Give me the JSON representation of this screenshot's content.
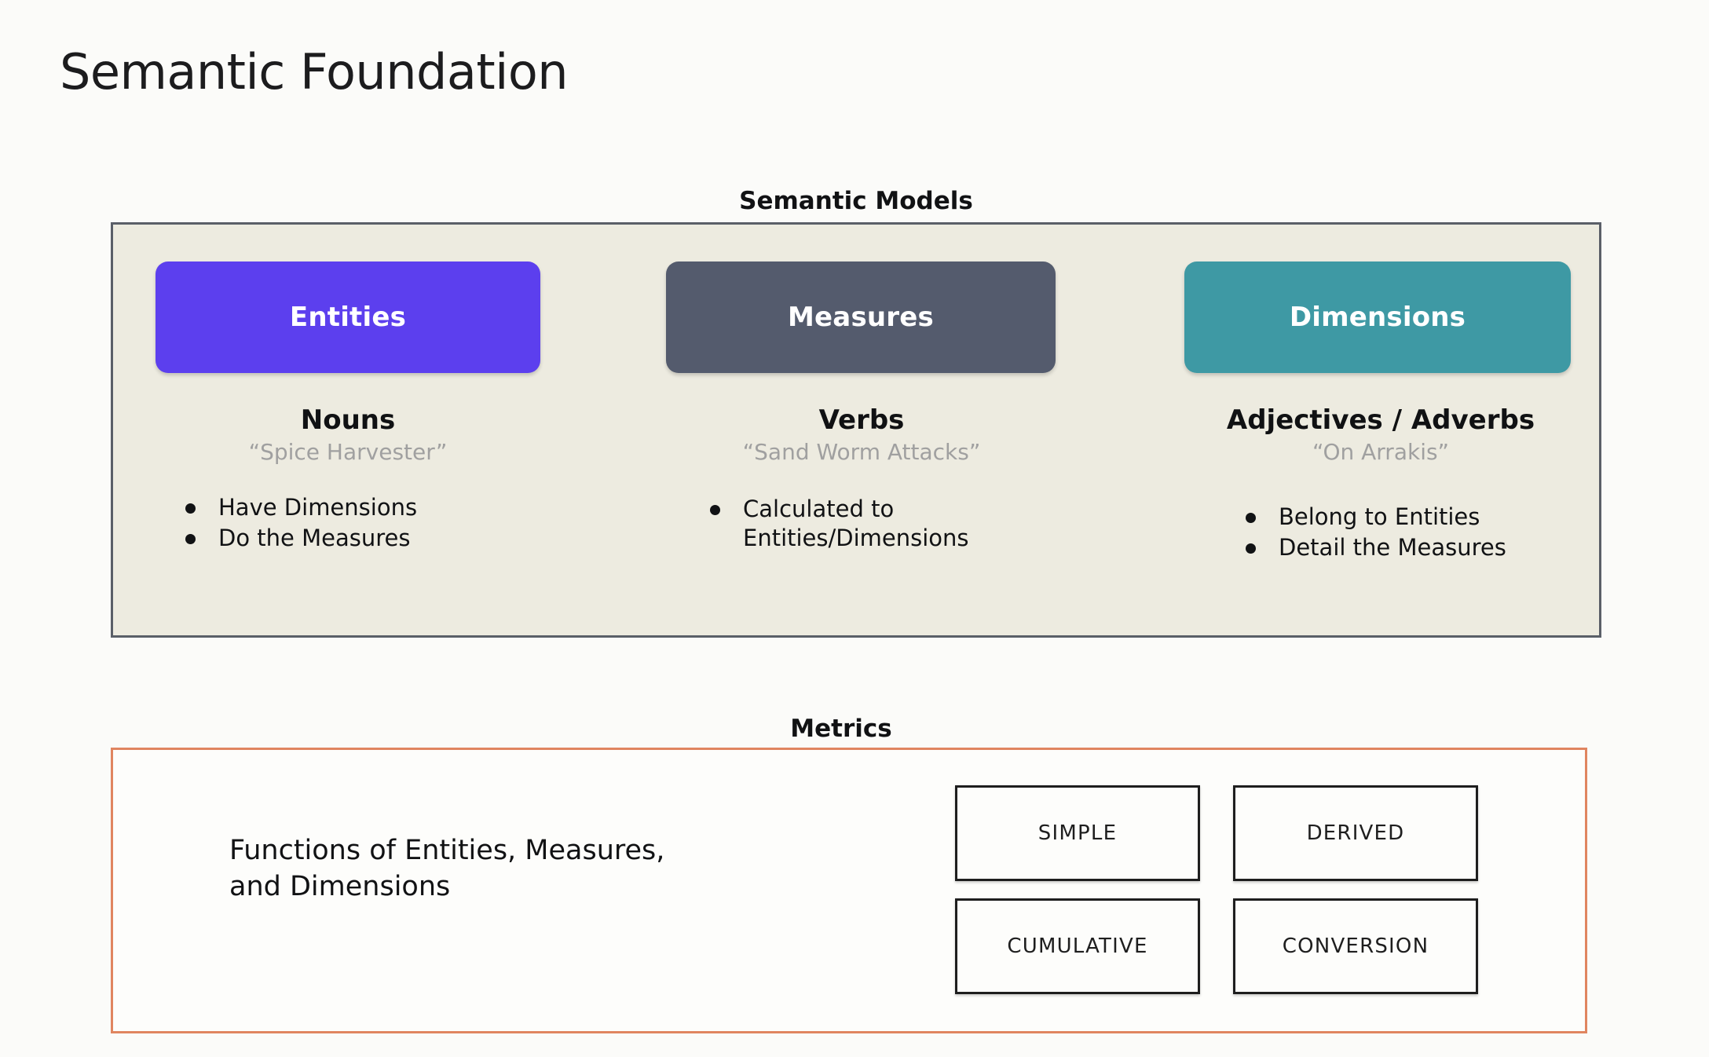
{
  "slide": {
    "title": "Semantic Foundation",
    "background_color": "#fbfbf9"
  },
  "semantic_models": {
    "caption": "Semantic Models",
    "panel_background": "#edebe0",
    "panel_border_color": "#5a5f68",
    "columns": [
      {
        "chip_label": "Entities",
        "chip_color": "#5c3fee",
        "part_of_speech": "Nouns",
        "example_phrase": "“Spice Harvester”",
        "bullets": [
          "Have Dimensions",
          "Do the Measures"
        ]
      },
      {
        "chip_label": "Measures",
        "chip_color": "#545b6d",
        "part_of_speech": "Verbs",
        "example_phrase": "“Sand Worm Attacks”",
        "bullets": [
          "Calculated to",
          "Entities/Dimensions"
        ]
      },
      {
        "chip_label": "Dimensions",
        "chip_color": "#3e99a4",
        "part_of_speech": "Adjectives / Adverbs",
        "example_phrase": "“On Arrakis”",
        "bullets": [
          "Belong to Entities",
          "Detail the Measures"
        ]
      }
    ]
  },
  "metrics": {
    "caption": "Metrics",
    "panel_border_color": "#e08560",
    "description_line_1": "Functions of Entities, Measures,",
    "description_line_2": "and Dimensions",
    "types": [
      "SIMPLE",
      "DERIVED",
      "CUMULATIVE",
      "CONVERSION"
    ]
  }
}
